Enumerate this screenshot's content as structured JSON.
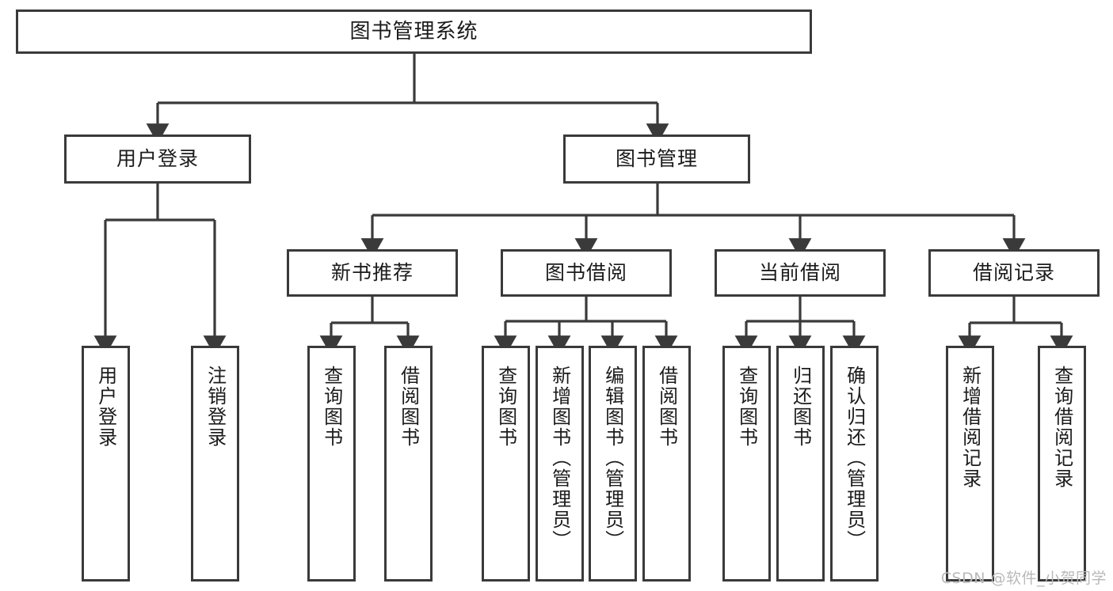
{
  "diagram": {
    "title": "图书管理系统",
    "type": "tree-hierarchy",
    "orientation": "top-down",
    "style": {
      "box_border_color": "#3a3a3a",
      "box_fill_color": "#ffffff",
      "connector_color": "#3a3a3a",
      "text_color": "#1b1b1b",
      "background": "#ffffff"
    }
  },
  "nodes": {
    "root": {
      "label": "图书管理系统"
    },
    "level1": [
      {
        "id": "user-login",
        "label": "用户登录"
      },
      {
        "id": "book-management",
        "label": "图书管理"
      }
    ],
    "level2": [
      {
        "id": "new-book-recommend",
        "label": "新书推荐"
      },
      {
        "id": "book-borrow",
        "label": "图书借阅"
      },
      {
        "id": "current-borrow",
        "label": "当前借阅"
      },
      {
        "id": "borrow-record",
        "label": "借阅记录"
      }
    ],
    "leaves": {
      "user_login": [
        {
          "id": "leaf-user-login",
          "label": "用户登录"
        },
        {
          "id": "leaf-logout-login",
          "label": "注销登录"
        }
      ],
      "new_book_recommend": [
        {
          "id": "leaf-query-book-1",
          "label": "查询图书"
        },
        {
          "id": "leaf-borrow-book-1",
          "label": "借阅图书"
        }
      ],
      "book_borrow": [
        {
          "id": "leaf-query-book-2",
          "label": "查询图书"
        },
        {
          "id": "leaf-add-book",
          "label": "新增图书（管理员）"
        },
        {
          "id": "leaf-edit-book",
          "label": "编辑图书（管理员）"
        },
        {
          "id": "leaf-borrow-book-2",
          "label": "借阅图书"
        }
      ],
      "current_borrow": [
        {
          "id": "leaf-query-book-3",
          "label": "查询图书"
        },
        {
          "id": "leaf-return-book",
          "label": "归还图书"
        },
        {
          "id": "leaf-confirm-return",
          "label": "确认归还（管理员）"
        }
      ],
      "borrow_record": [
        {
          "id": "leaf-add-record",
          "label": "新增借阅记录"
        },
        {
          "id": "leaf-query-record",
          "label": "查询借阅记录"
        }
      ]
    }
  },
  "watermark": {
    "text": "CSDN @软件_小贺同学"
  }
}
